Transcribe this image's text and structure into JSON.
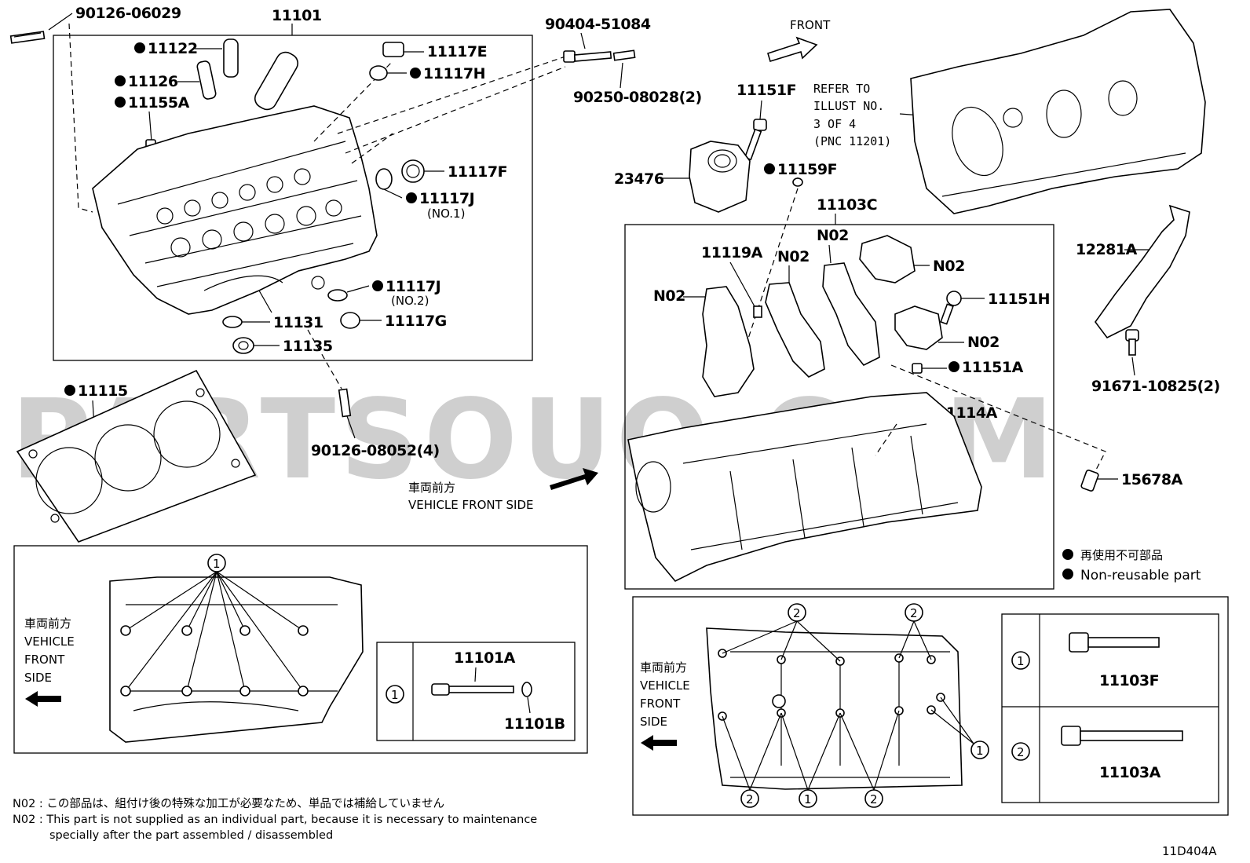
{
  "labels": {
    "p_90126_06029": "90126-06029",
    "p_11101": "11101",
    "p_11122": "11122",
    "p_11126": "11126",
    "p_11155A": "11155A",
    "p_11117E": "11117E",
    "p_11117H": "11117H",
    "p_11117F": "11117F",
    "p_11117J_no1": "11117J",
    "no1": "(NO.1)",
    "p_11117J_no2": "11117J",
    "no2": "(NO.2)",
    "p_11131": "11131",
    "p_11117G": "11117G",
    "p_11135": "11135",
    "p_90404_51084": "90404-51084",
    "p_90250_08028": "90250-08028(2)",
    "p_90126_08052": "90126-08052(4)",
    "p_11115": "11115",
    "front": "FRONT",
    "refer1": "REFER TO",
    "refer2": "ILLUST NO.",
    "refer3": "3 OF 4",
    "refer4": "(PNC 11201)",
    "p_11151F": "11151F",
    "p_23476": "23476",
    "p_11159F": "11159F",
    "p_11103C": "11103C",
    "p_11119A": "11119A",
    "p_n02_1": "N02",
    "p_n02_2": "N02",
    "p_n02_3": "N02",
    "p_n02_4": "N02",
    "p_n02_5": "N02",
    "p_11151H": "11151H",
    "p_11151A": "11151A",
    "p_11114A": "11114A",
    "p_12281A": "12281A",
    "p_91671_10825": "91671-10825(2)",
    "p_15678A": "15678A",
    "vfs_jp": "車両前方",
    "vfs_en": "VEHICLE FRONT SIDE",
    "legend_jp": "再使用不可部品",
    "legend_en": "Non-reusable part",
    "vf1_jp": "車両前方",
    "vf1_l1": "VEHICLE",
    "vf1_l2": "FRONT",
    "vf1_l3": "SIDE",
    "vf2_jp": "車両前方",
    "vf2_l1": "VEHICLE",
    "vf2_l2": "FRONT",
    "vf2_l3": "SIDE",
    "c1": "1",
    "c2": "2",
    "tbl1_num": "1",
    "p_11101A": "11101A",
    "p_11101B": "11101B",
    "tbl2_num1": "1",
    "tbl2_num2": "2",
    "p_11103F": "11103F",
    "p_11103A": "11103A",
    "note_jp": "N02 : この部品は、組付け後の特殊な加工が必要なため、単品では補給していません",
    "note_en1": "N02 : This part is not supplied as an individual part, because it is necessary to maintenance",
    "note_en2": "specially after the part assembled / disassembled",
    "diagram_id": "11D404A",
    "watermark": "PARTSOUQ.COM"
  }
}
